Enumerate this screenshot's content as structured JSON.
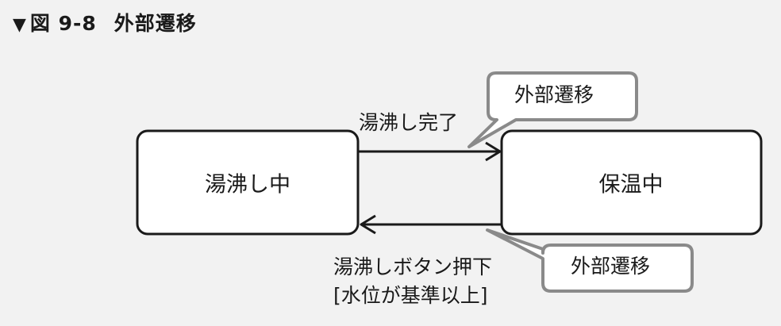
{
  "figure": {
    "marker": "▼",
    "number": "図 9-8",
    "title": "外部遷移"
  },
  "states": {
    "boiling": "湯沸し中",
    "keep_warm": "保温中"
  },
  "transitions": {
    "to_keep_warm": {
      "event": "湯沸し完了",
      "note": "外部遷移"
    },
    "to_boiling": {
      "event": "湯沸しボタン押下",
      "guard": "[水位が基準以上]",
      "note": "外部遷移"
    }
  },
  "colors": {
    "background": "#f2f2f2",
    "line": "#1a1a1a",
    "note_border": "#8a8a8a",
    "note_fill": "#ffffff"
  }
}
